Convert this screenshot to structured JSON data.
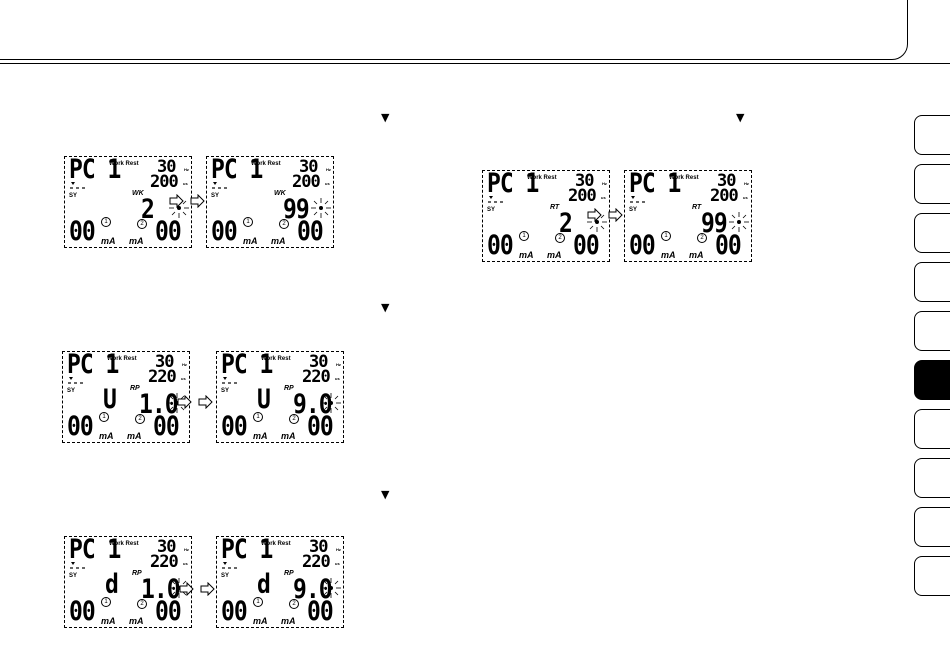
{
  "header": {},
  "markers": [
    "▼",
    "▼",
    "▼",
    "▼"
  ],
  "lcd_label": {
    "work_rest": "Work Rest",
    "hz": "Hz",
    "us": "us",
    "sy": "SY",
    "ma": "mA",
    "pc": "PC 1"
  },
  "panels": {
    "wk_before": {
      "freq": "30",
      "width": "200",
      "mode": "WK",
      "center": "",
      "value": "2",
      "left": "00",
      "right": "00",
      "c1": "1",
      "c2": "2"
    },
    "wk_after": {
      "freq": "30",
      "width": "200",
      "mode": "WK",
      "center": "",
      "value": "99",
      "left": "00",
      "right": "00",
      "c1": "1",
      "c2": "2"
    },
    "rt_before": {
      "freq": "30",
      "width": "200",
      "mode": "RT",
      "center": "",
      "value": "2",
      "left": "00",
      "right": "00",
      "c1": "1",
      "c2": "2"
    },
    "rt_after": {
      "freq": "30",
      "width": "200",
      "mode": "RT",
      "center": "",
      "value": "99",
      "left": "00",
      "right": "00",
      "c1": "1",
      "c2": "2"
    },
    "rpu_before": {
      "freq": "30",
      "width": "220",
      "mode": "RP",
      "center": "U",
      "value": "1.0",
      "left": "00",
      "right": "00",
      "c1": "1",
      "c2": "2"
    },
    "rpu_after": {
      "freq": "30",
      "width": "220",
      "mode": "RP",
      "center": "U",
      "value": "9.0",
      "left": "00",
      "right": "00",
      "c1": "1",
      "c2": "2"
    },
    "rpd_before": {
      "freq": "30",
      "width": "220",
      "mode": "RP",
      "center": "d",
      "value": "1.0",
      "left": "00",
      "right": "00",
      "c1": "1",
      "c2": "2"
    },
    "rpd_after": {
      "freq": "30",
      "width": "220",
      "mode": "RP",
      "center": "d",
      "value": "9.0",
      "left": "00",
      "right": "00",
      "c1": "1",
      "c2": "2"
    }
  },
  "side_tabs": {
    "count": 10,
    "active_index": 5,
    "active_color": "#000000"
  }
}
